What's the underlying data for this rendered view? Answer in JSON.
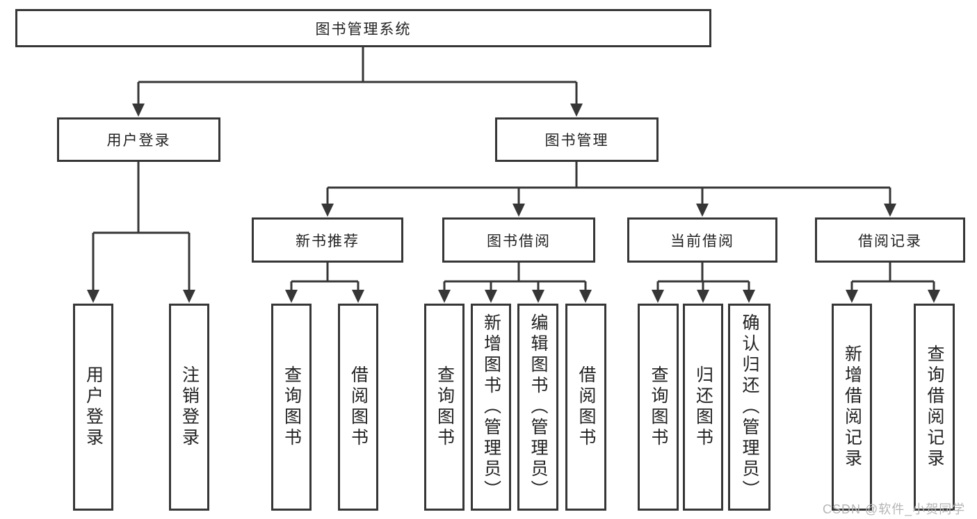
{
  "diagram_title": "图书管理系统",
  "tree": {
    "root": {
      "label": "图书管理系统"
    },
    "branches": [
      {
        "label": "用户登录",
        "children": [
          {
            "label": "用户登录"
          },
          {
            "label": "注销登录"
          }
        ]
      },
      {
        "label": "图书管理",
        "sections": [
          {
            "label": "新书推荐",
            "children": [
              {
                "label": "查询图书"
              },
              {
                "label": "借阅图书"
              }
            ]
          },
          {
            "label": "图书借阅",
            "children": [
              {
                "label": "查询图书"
              },
              {
                "label": "新增图书（管理员）"
              },
              {
                "label": "编辑图书（管理员）"
              },
              {
                "label": "借阅图书"
              }
            ]
          },
          {
            "label": "当前借阅",
            "children": [
              {
                "label": "查询图书"
              },
              {
                "label": "归还图书"
              },
              {
                "label": "确认归还（管理员）"
              }
            ]
          },
          {
            "label": "借阅记录",
            "children": [
              {
                "label": "新增借阅记录"
              },
              {
                "label": "查询借阅记录"
              }
            ]
          }
        ]
      }
    ]
  },
  "watermark": "CSDN @软件_小贺同学",
  "colors": {
    "line": "#363636",
    "box_border": "#363636",
    "text": "#222222",
    "background": "#ffffff",
    "watermark": "#b5b5b5"
  }
}
